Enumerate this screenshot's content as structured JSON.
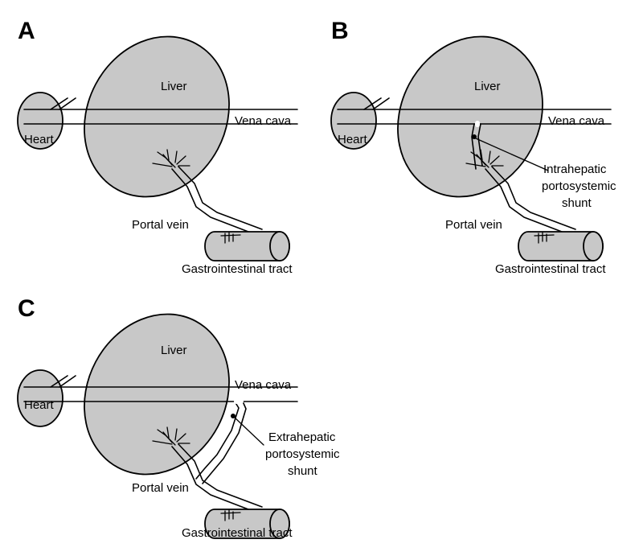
{
  "panels": [
    {
      "letter": "A",
      "labels": {
        "liver": "Liver",
        "heart": "Heart",
        "vena_cava": "Vena cava",
        "portal_vein": "Portal vein",
        "gi_tract": "Gastrointestinal tract"
      }
    },
    {
      "letter": "B",
      "labels": {
        "liver": "Liver",
        "heart": "Heart",
        "vena_cava": "Vena cava",
        "portal_vein": "Portal vein",
        "gi_tract": "Gastrointestinal tract",
        "shunt_line1": "Intrahepatic",
        "shunt_line2": "portosystemic",
        "shunt_line3": "shunt"
      }
    },
    {
      "letter": "C",
      "labels": {
        "liver": "Liver",
        "heart": "Heart",
        "vena_cava": "Vena cava",
        "portal_vein": "Portal vein",
        "gi_tract": "Gastrointestinal tract",
        "shunt_line1": "Extrahepatic",
        "shunt_line2": "portosystemic",
        "shunt_line3": "shunt"
      }
    }
  ],
  "colors": {
    "organ_fill": "#c8c8c8",
    "line": "#000000",
    "background": "#ffffff"
  }
}
